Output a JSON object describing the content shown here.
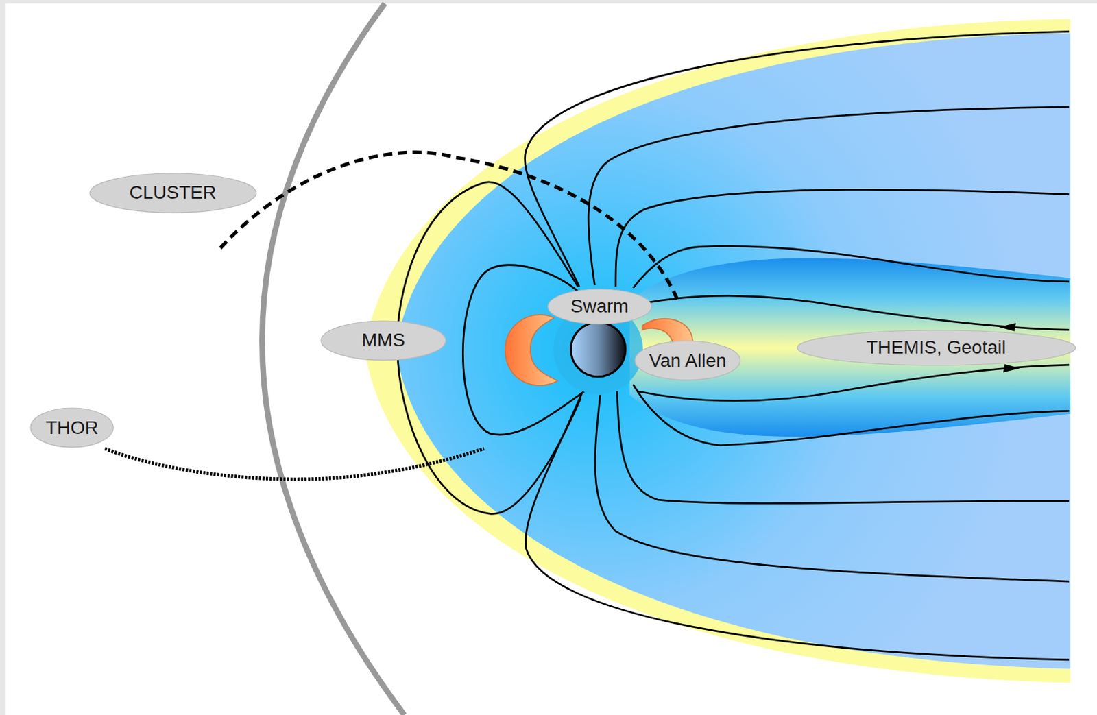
{
  "diagram": {
    "nodes": [
      {
        "text": [
          "CLUSTER"
        ]
      },
      {
        "text": [
          "Swarm"
        ]
      },
      {
        "text": [
          "MMS"
        ]
      },
      {
        "text": [
          "Van Allen"
        ]
      },
      {
        "text": [
          "THEMIS, Geotail"
        ]
      },
      {
        "text": [
          "THOR"
        ]
      }
    ]
  }
}
